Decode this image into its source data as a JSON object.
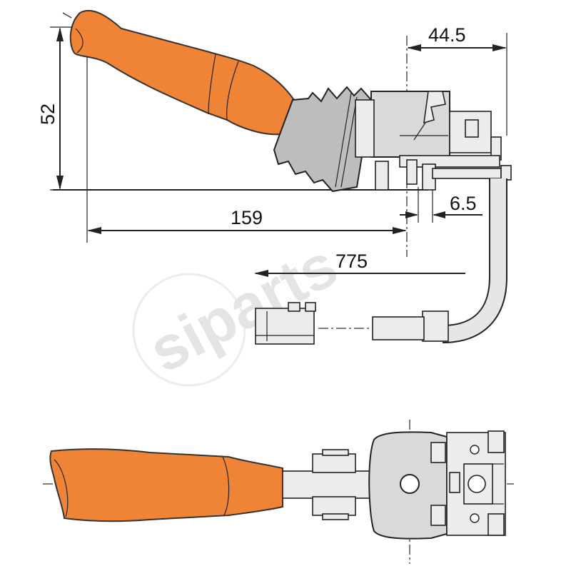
{
  "watermark": {
    "text": "siparts"
  },
  "dimensions": {
    "height_left": "52",
    "length_main": "159",
    "width_top_right": "44.5",
    "gap_small": "6.5",
    "cable_length": "775"
  },
  "colors": {
    "handle": "#f08436",
    "body": "#d9d9d9",
    "boot": "#bdbdbd",
    "line": "#222222",
    "watermark": "#e4e4e4"
  }
}
